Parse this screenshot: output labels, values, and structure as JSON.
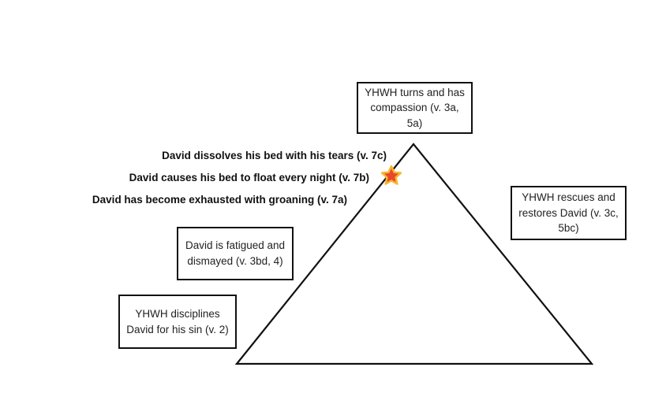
{
  "boxes": {
    "top": "YHWH turns and has compassion (v. 3a, 5a)",
    "right": "YHWH rescues and restores David (v. 3c, 5bc)",
    "middle_left": "David is fatigued and dismayed (v. 3bd, 4)",
    "bottom_left": "YHWH disciplines David for his sin (v. 2)"
  },
  "labels": {
    "line1": "David dissolves his bed with his tears (v. 7c)",
    "line2": "David causes his bed to float every night (v. 7b)",
    "line3": "David has become exhausted with groaning (v. 7a)"
  },
  "colors": {
    "star_fill": "#e8482c",
    "star_stroke": "#f5b82e",
    "outline": "#111111"
  },
  "icons": {
    "marker": "star-icon"
  }
}
